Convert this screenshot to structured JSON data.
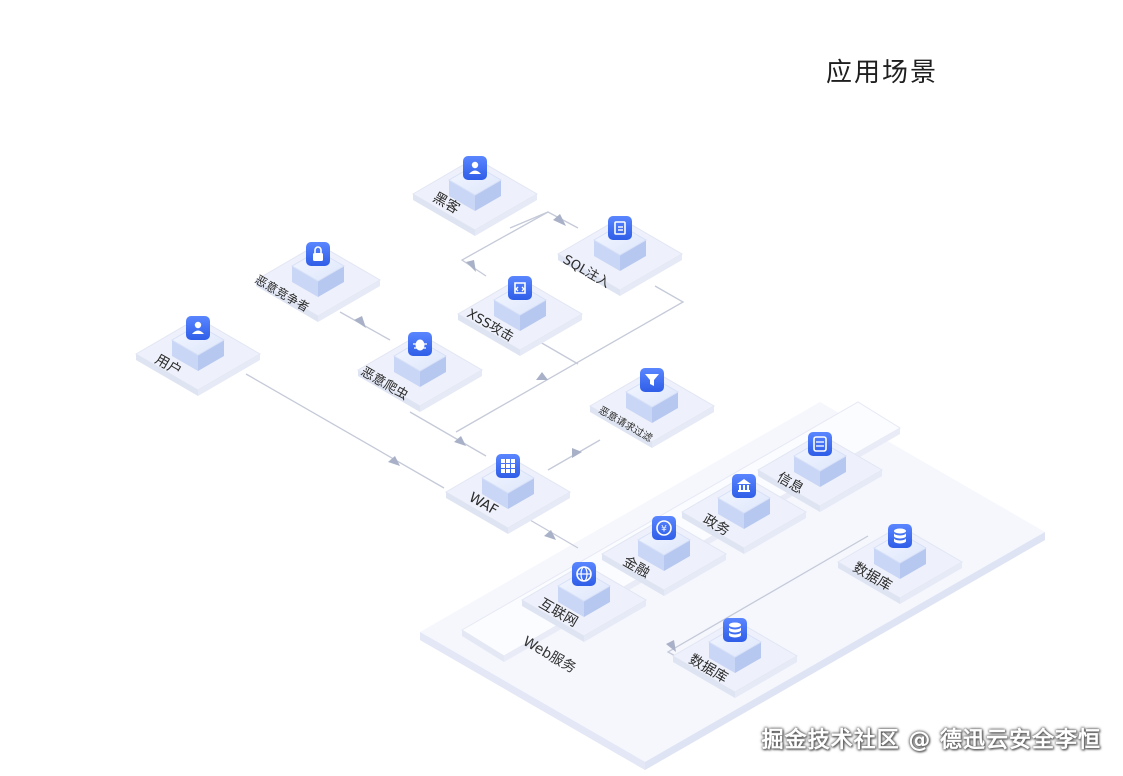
{
  "title": "应用场景",
  "watermark": "掘金技术社区 @ 德迅云安全李恒",
  "colors": {
    "icon_blue": "#3b6cf6",
    "cube_side": "#c9d6f5",
    "cube_top": "#eef3ff",
    "plate": "#f2f4fb",
    "line": "#c3c8d6",
    "arrow": "#a9b2c8",
    "region": "#f3f5fc"
  },
  "nodes": {
    "hacker": {
      "label": "黑客",
      "icon": "user-icon"
    },
    "sql": {
      "label": "SQL注入",
      "icon": "document-icon"
    },
    "xss": {
      "label": "XSS攻击",
      "icon": "script-icon"
    },
    "competitor": {
      "label": "恶意竞争者",
      "icon": "lock-icon"
    },
    "crawler": {
      "label": "恶意爬虫",
      "icon": "bug-icon"
    },
    "user": {
      "label": "用户",
      "icon": "user-icon"
    },
    "filter": {
      "label": "恶意请求过滤",
      "icon": "funnel-icon"
    },
    "waf": {
      "label": "WAF",
      "icon": "firewall-icon"
    },
    "info": {
      "label": "信息",
      "icon": "server-icon"
    },
    "gov": {
      "label": "政务",
      "icon": "building-icon"
    },
    "finance": {
      "label": "金融",
      "icon": "coin-icon"
    },
    "internet": {
      "label": "互联网",
      "icon": "globe-icon"
    },
    "db1": {
      "label": "数据库",
      "icon": "database-icon"
    },
    "db2": {
      "label": "数据库",
      "icon": "database-icon"
    }
  },
  "regions": {
    "web": {
      "label": "Web服务"
    }
  }
}
